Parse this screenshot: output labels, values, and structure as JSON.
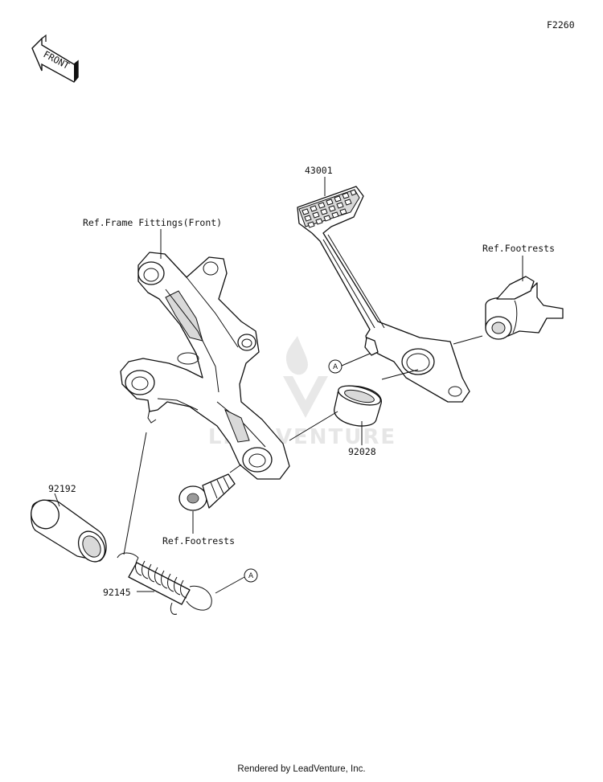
{
  "diagram_code": "F2260",
  "front_badge": "FRONT",
  "watermark_text": "LEADVENTURE",
  "labels": {
    "part_43001": "43001",
    "ref_frame_fittings": "Ref.Frame Fittings(Front)",
    "ref_footrests_right": "Ref.Footrests",
    "ref_footrests_bottom": "Ref.Footrests",
    "part_92028": "92028",
    "part_92192": "92192",
    "part_92145": "92145",
    "marker_a_upper": "A",
    "marker_a_lower": "A"
  },
  "footer": "Rendered by LeadVenture, Inc."
}
